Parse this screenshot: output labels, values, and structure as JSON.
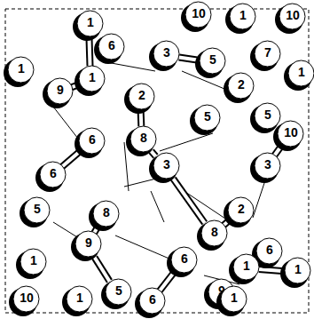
{
  "diagram": {
    "nodes": [
      {
        "text": [
          "1"
        ]
      },
      {
        "text": [
          "10"
        ]
      },
      {
        "text": [
          "1"
        ]
      },
      {
        "text": [
          "10"
        ]
      },
      {
        "text": [
          "6"
        ]
      },
      {
        "text": [
          "3"
        ]
      },
      {
        "text": [
          "5"
        ]
      },
      {
        "text": [
          "7"
        ]
      },
      {
        "text": [
          "1"
        ]
      },
      {
        "text": [
          "9"
        ]
      },
      {
        "text": [
          "1"
        ]
      },
      {
        "text": [
          "2"
        ]
      },
      {
        "text": [
          "2"
        ]
      },
      {
        "text": [
          "1"
        ]
      },
      {
        "text": [
          "5"
        ]
      },
      {
        "text": [
          "5"
        ]
      },
      {
        "text": [
          "8"
        ]
      },
      {
        "text": [
          "10"
        ]
      },
      {
        "text": [
          "6"
        ]
      },
      {
        "text": [
          "6"
        ]
      },
      {
        "text": [
          "3"
        ]
      },
      {
        "text": [
          "3"
        ]
      },
      {
        "text": [
          "5"
        ]
      },
      {
        "text": [
          "8"
        ]
      },
      {
        "text": [
          "2"
        ]
      },
      {
        "text": [
          "8"
        ]
      },
      {
        "text": [
          "9"
        ]
      },
      {
        "text": [
          "6"
        ]
      },
      {
        "text": [
          "6"
        ]
      },
      {
        "text": [
          "5"
        ]
      },
      {
        "text": [
          "6"
        ]
      },
      {
        "text": [
          "1"
        ]
      },
      {
        "text": [
          "1"
        ]
      },
      {
        "text": [
          "9"
        ]
      },
      {
        "text": [
          "1"
        ]
      },
      {
        "text": [
          "10"
        ]
      },
      {
        "text": [
          "1"
        ]
      },
      {
        "text": [
          "1"
        ]
      }
    ],
    "edges": [
      {
        "from": 0,
        "to": 10,
        "arrow": "none"
      },
      {
        "from": 10,
        "to": 9,
        "arrow": "none"
      },
      {
        "from": 5,
        "to": 6,
        "arrow": "none"
      },
      {
        "from": 11,
        "to": 16,
        "arrow": "none"
      },
      {
        "from": 16,
        "to": 20,
        "arrow": "none"
      },
      {
        "from": 23,
        "to": 26,
        "arrow": "none"
      },
      {
        "from": 24,
        "to": 25,
        "arrow": "none"
      },
      {
        "from": 27,
        "to": 30,
        "arrow": "none"
      },
      {
        "from": 21,
        "to": 17,
        "arrow": "none"
      },
      {
        "from": 18,
        "to": 19,
        "arrow": "none"
      },
      {
        "from": 26,
        "to": 29,
        "arrow": "none"
      },
      {
        "from": 31,
        "to": 32,
        "arrow": "none"
      },
      {
        "from": 20,
        "to": 25,
        "arrow": "none"
      }
    ]
  }
}
